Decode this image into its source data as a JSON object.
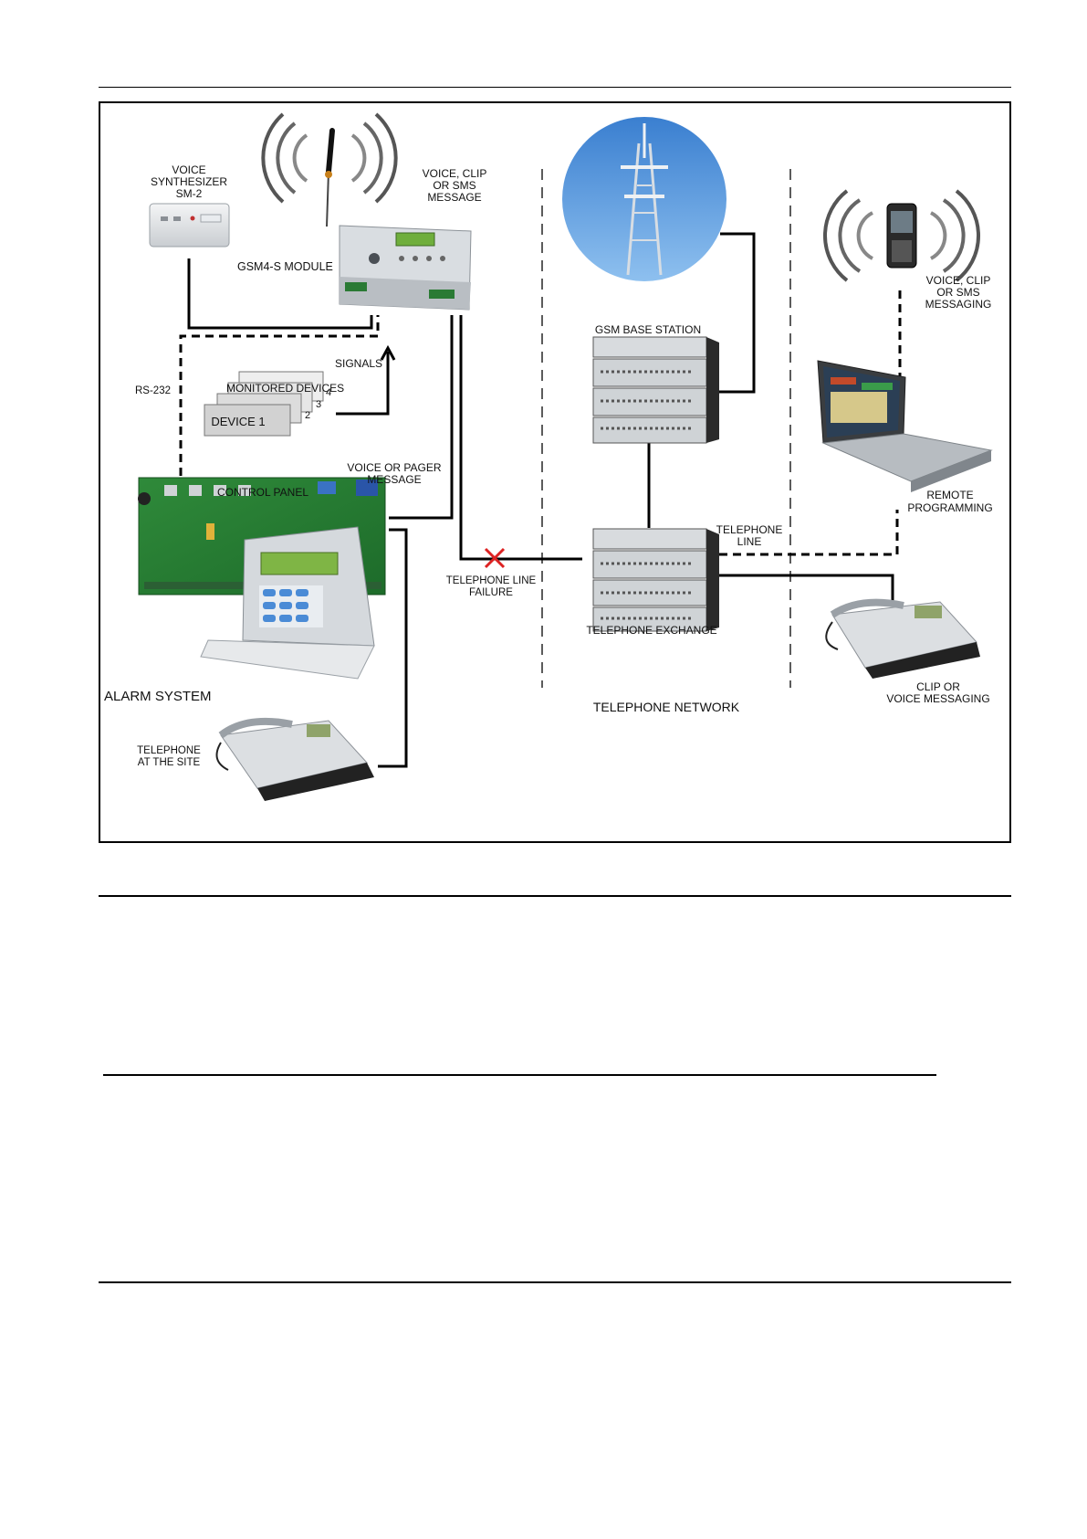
{
  "diagram": {
    "alarm_system": "ALARM SYSTEM",
    "telephone_network": "TELEPHONE NETWORK",
    "voice_synthesizer": [
      "VOICE",
      "SYNTHESIZER",
      "SM-2"
    ],
    "gsm_module": "GSM4-S MODULE",
    "voice_clip_sms_message": [
      "VOICE, CLIP",
      "OR SMS",
      "MESSAGE"
    ],
    "signals": "SIGNALS",
    "monitored_devices": "MONITORED DEVICES",
    "device_1": "DEVICE 1",
    "device_numbers": [
      "2",
      "3",
      "4"
    ],
    "rs232": "RS-232",
    "control_panel": "CONTROL PANEL",
    "voice_pager_message": [
      "VOICE OR PAGER",
      "MESSAGE"
    ],
    "telephone_line_failure": [
      "TELEPHONE LINE",
      "FAILURE"
    ],
    "telephone_at_site": [
      "TELEPHONE",
      "AT THE SITE"
    ],
    "gsm_base_station": "GSM BASE STATION",
    "telephone_exchange": "TELEPHONE EXCHANGE",
    "telephone_line": [
      "TELEPHONE",
      "LINE"
    ],
    "voice_clip_sms_messaging": [
      "VOICE, CLIP",
      "OR SMS",
      "MESSAGING"
    ],
    "remote_programming": [
      "REMOTE",
      "PROGRAMMING"
    ],
    "clip_voice_messaging": [
      "CLIP OR",
      "VOICE MESSAGING"
    ]
  }
}
